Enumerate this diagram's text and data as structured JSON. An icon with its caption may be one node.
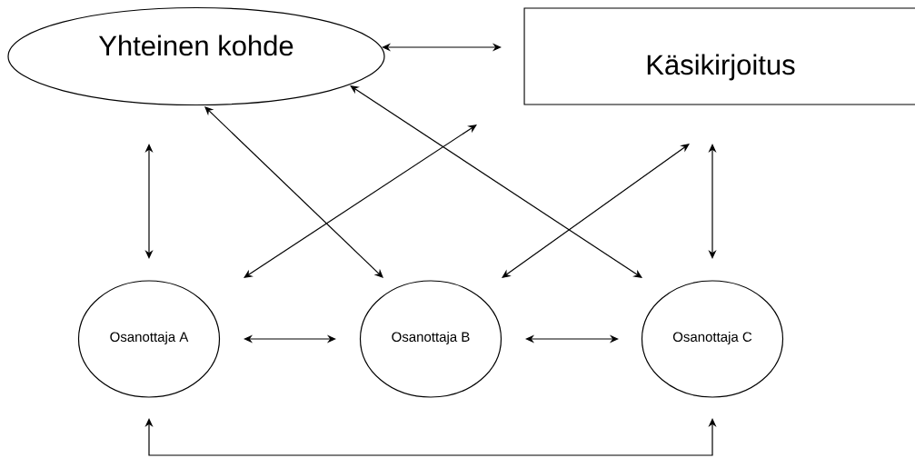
{
  "diagram": {
    "nodes": [
      {
        "text": [
          "Yhteinen kohde"
        ]
      },
      {
        "text": [
          "Käsikirjoitus"
        ]
      },
      {
        "text": [
          "Osanottaja A"
        ]
      },
      {
        "text": [
          "Osanottaja B"
        ]
      },
      {
        "text": [
          "Osanottaja C"
        ]
      }
    ],
    "edges": [
      {
        "from": 0,
        "to": 1,
        "arrow": "both"
      },
      {
        "from": 0,
        "to": 2,
        "arrow": "both"
      },
      {
        "from": 0,
        "to": 3,
        "arrow": "both"
      },
      {
        "from": 0,
        "to": 4,
        "arrow": "both"
      },
      {
        "from": 1,
        "to": 2,
        "arrow": "both"
      },
      {
        "from": 1,
        "to": 3,
        "arrow": "both"
      },
      {
        "from": 1,
        "to": 4,
        "arrow": "both"
      },
      {
        "from": 2,
        "to": 3,
        "arrow": "both"
      },
      {
        "from": 3,
        "to": 4,
        "arrow": "both"
      },
      {
        "from": 2,
        "to": 4,
        "arrow": "both"
      }
    ]
  }
}
